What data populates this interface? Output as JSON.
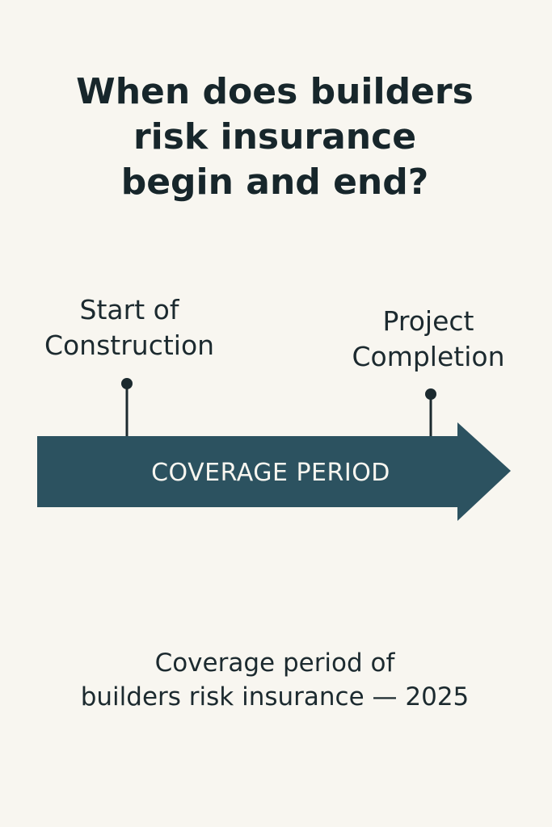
{
  "title": {
    "line1": "When does builders",
    "line2": "risk insurance",
    "line3": "begin and end?"
  },
  "markers": {
    "start": {
      "line1": "Start of",
      "line2": "Construction"
    },
    "end": {
      "line1": "Project",
      "line2": "Completion"
    }
  },
  "arrow": {
    "label": "COVERAGE PERIOD",
    "color": "#2c5260"
  },
  "caption": {
    "line1": "Coverage period of",
    "line2": "builders risk insurance — 2025"
  },
  "colors": {
    "background": "#f8f6f0",
    "text": "#1c2a2f",
    "accent": "#2c5260"
  }
}
